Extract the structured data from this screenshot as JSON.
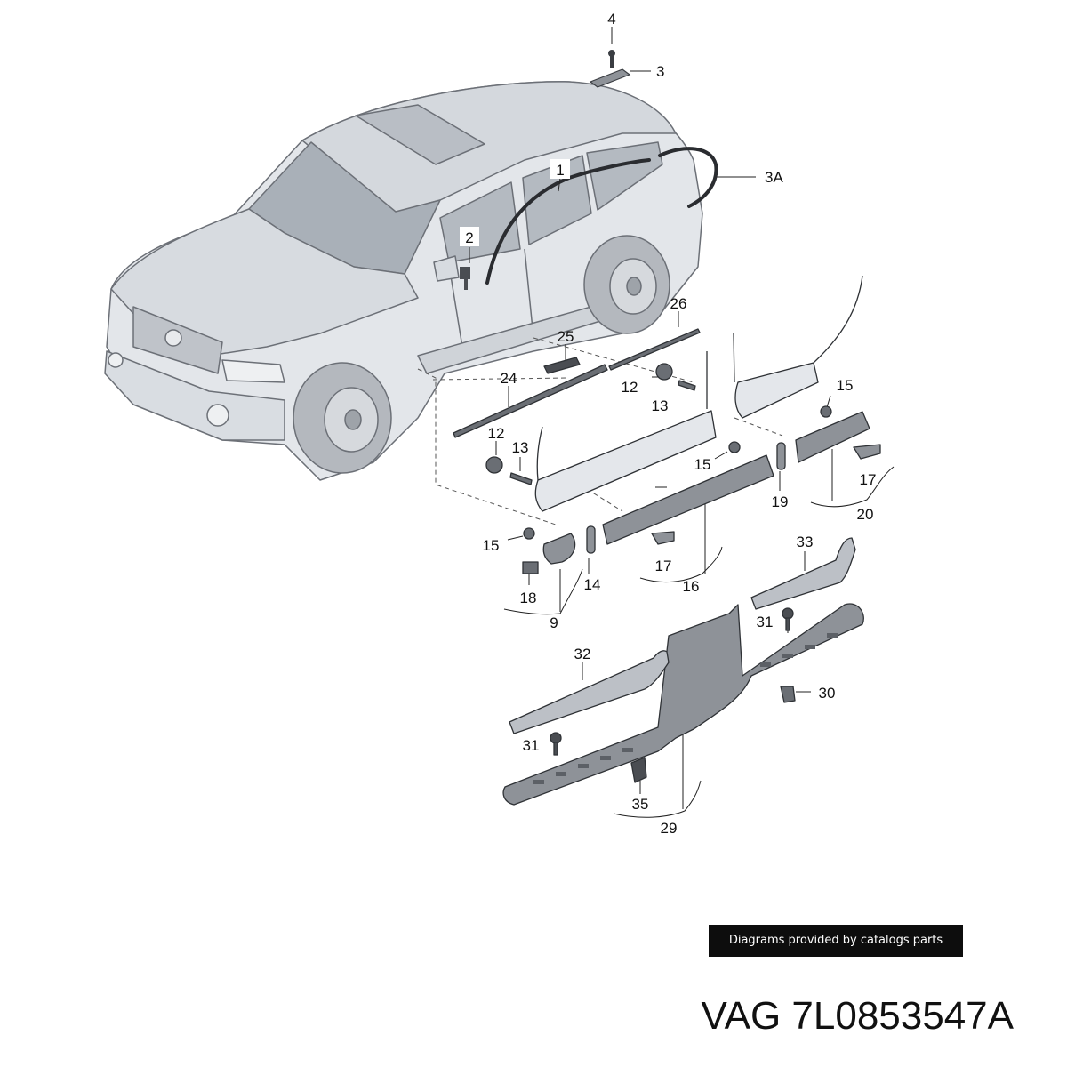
{
  "diagram": {
    "callouts": [
      "4",
      "3",
      "3A",
      "1",
      "2",
      "26",
      "25",
      "24",
      "12",
      "13",
      "12",
      "13",
      "15",
      "15",
      "15",
      "17",
      "17",
      "19",
      "20",
      "14",
      "16",
      "9",
      "18",
      "33",
      "31",
      "30",
      "32",
      "31",
      "35",
      "29"
    ]
  },
  "colors": {
    "body": "#e3e6ea",
    "body_shade": "#c9cdd3",
    "glass": "#a9b0b8",
    "tire": "#b4b8be",
    "trim_dark": "#4a4d52",
    "trim_fill": "#8e9298",
    "line": "#3a3d42"
  },
  "footer": {
    "credit": "Diagrams provided by catalogs parts",
    "part_number": "VAG 7L0853547A"
  }
}
